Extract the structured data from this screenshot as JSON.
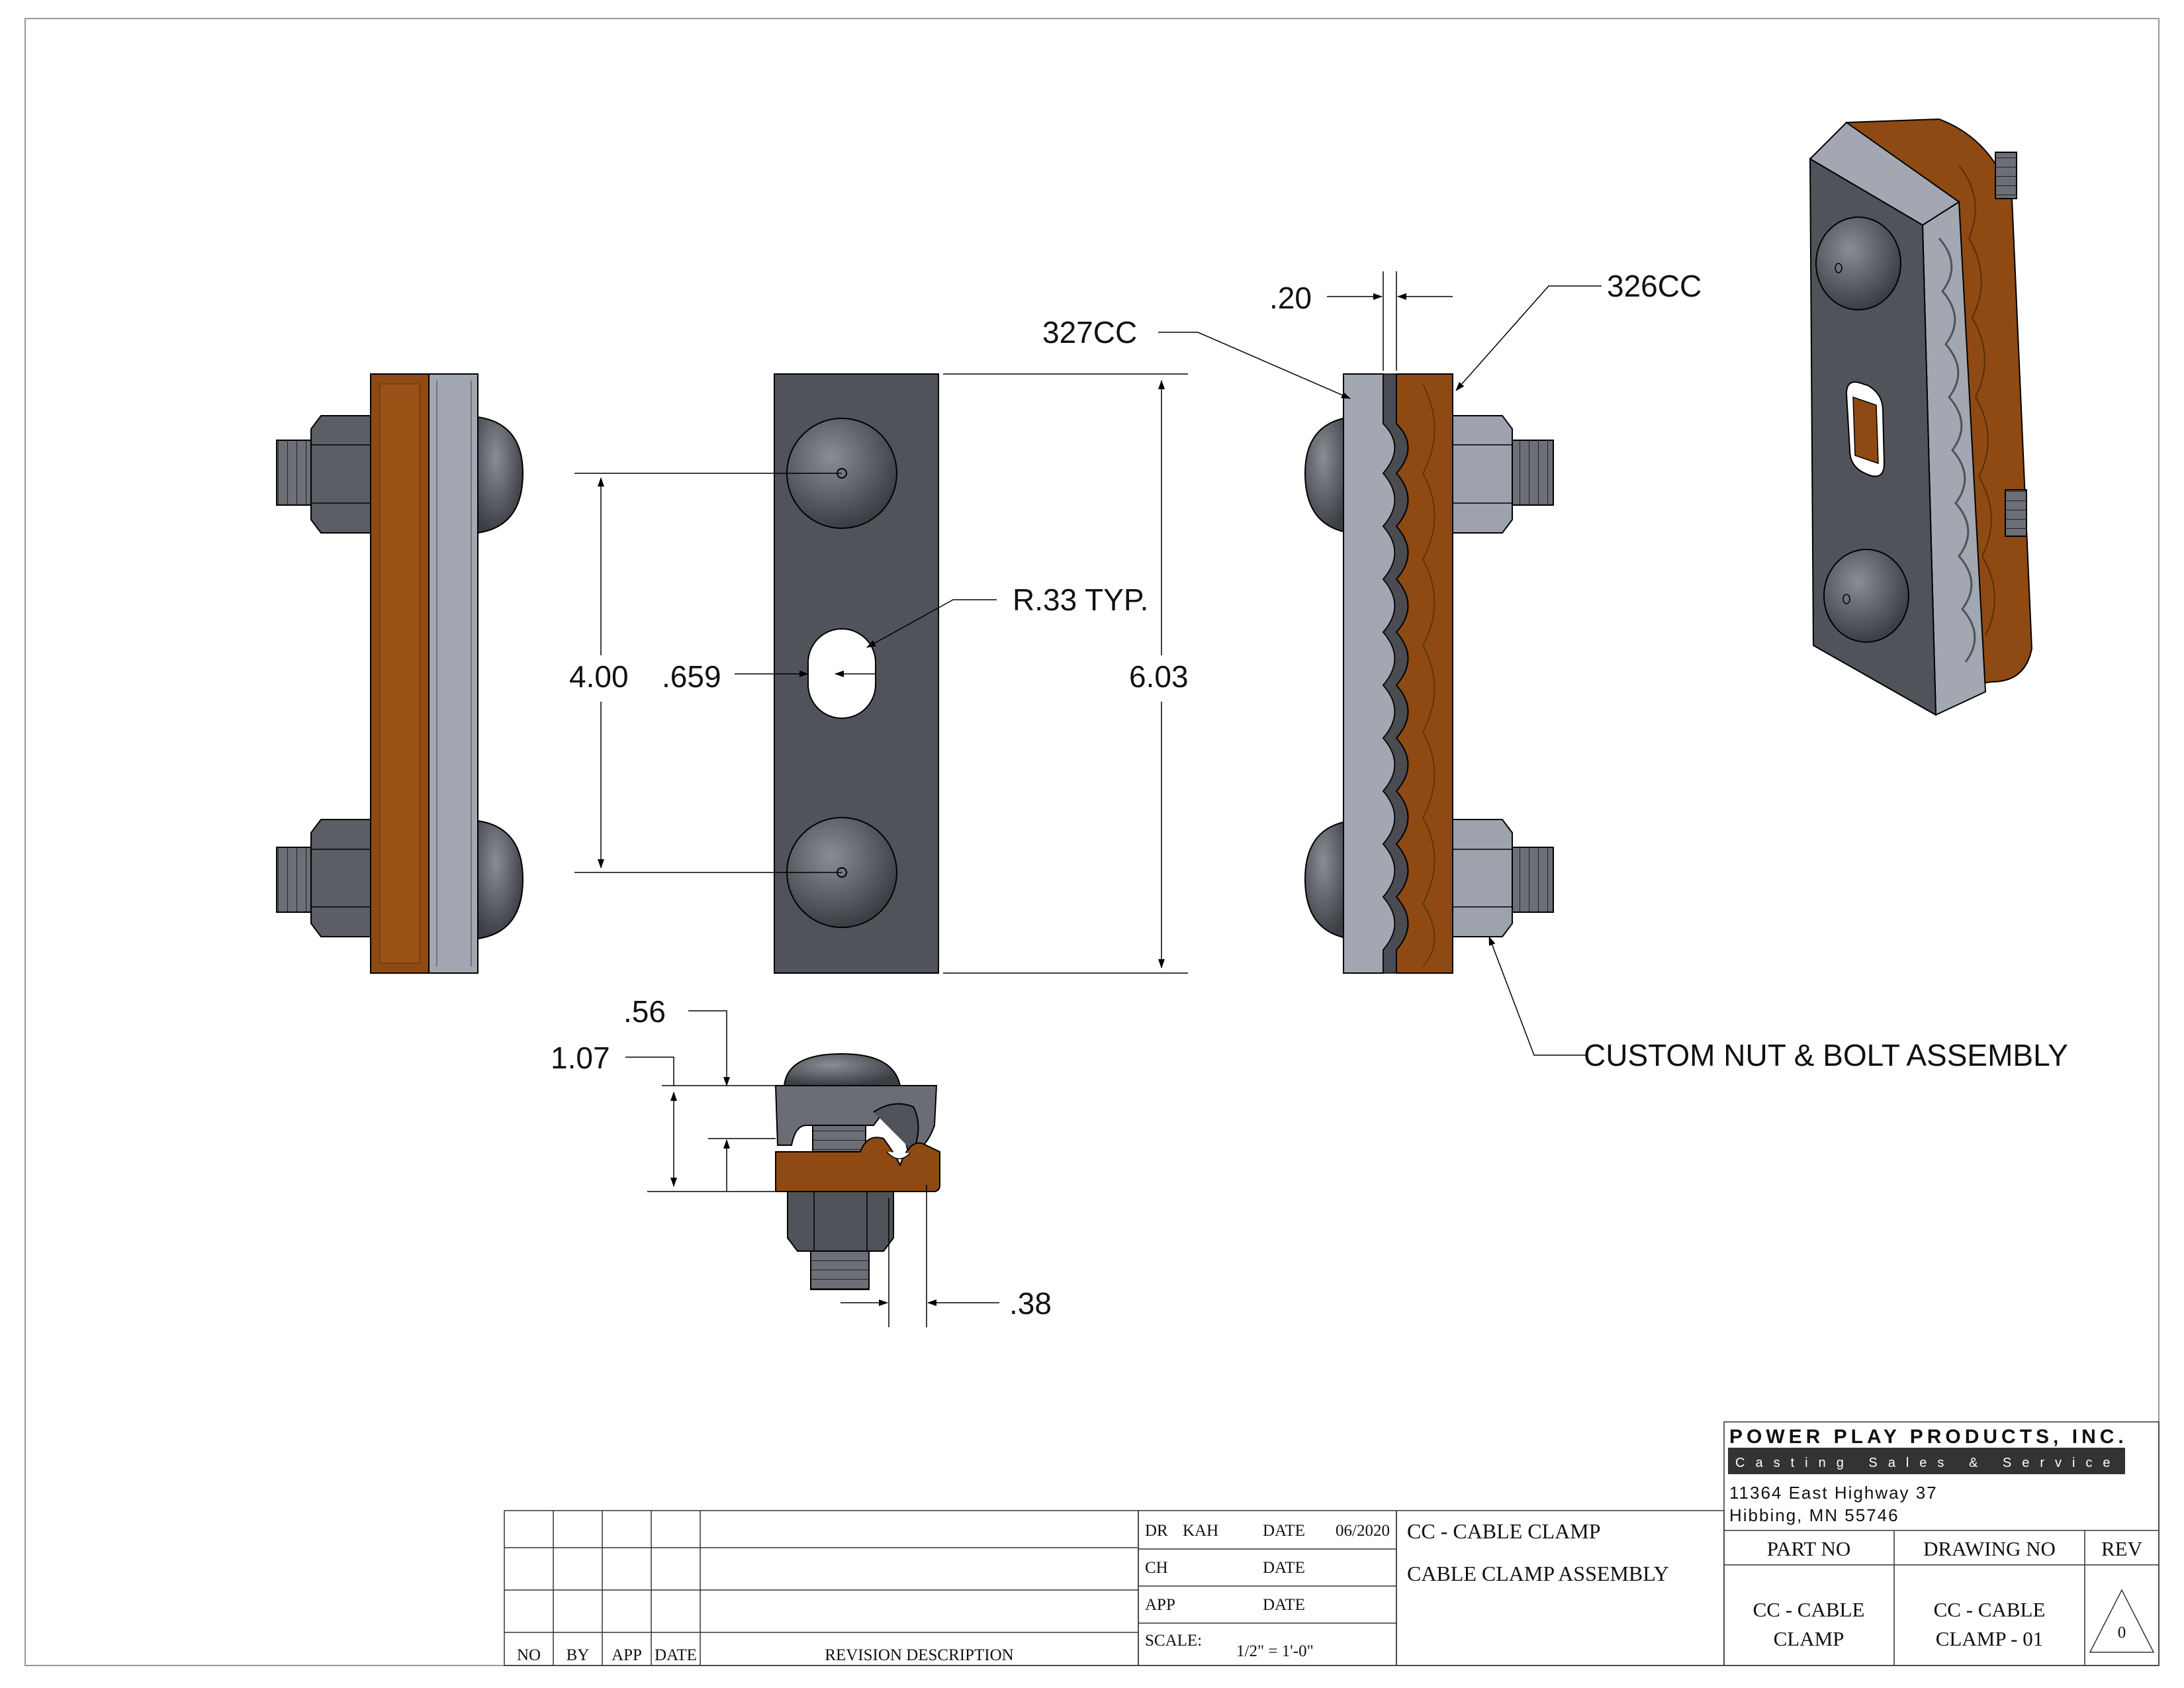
{
  "drawing": {
    "dimensions": {
      "spacing": "4.00",
      "slot_width": ".659",
      "radius": "R.33 TYP.",
      "length": "6.03",
      "thickness": ".20",
      "height_a": ".56",
      "height_b": "1.07",
      "offset": ".38"
    },
    "callouts": {
      "part_a": "327CC",
      "part_b": "326CC",
      "hardware": "CUSTOM NUT & BOLT ASSEMBLY"
    }
  },
  "company": {
    "name": "POWER PLAY PRODUCTS, INC.",
    "tagline": "Casting Sales & Service",
    "address1": "11364 East Highway 37",
    "address2": "Hibbing, MN 55746"
  },
  "title_block": {
    "dr_label": "DR",
    "dr_value": "KAH",
    "date_label": "DATE",
    "date_value": "06/2020",
    "ch_label": "CH",
    "ch_date_label": "DATE",
    "app_label": "APP",
    "app_date_label": "DATE",
    "scale_label": "SCALE:",
    "scale_value": "1/2\" = 1'-0\"",
    "title_line1": "CC - CABLE CLAMP",
    "title_line2": "CABLE CLAMP ASSEMBLY",
    "part_no_label": "PART NO",
    "part_no_line1": "CC - CABLE",
    "part_no_line2": "CLAMP",
    "drawing_no_label": "DRAWING NO",
    "drawing_no_line1": "CC - CABLE",
    "drawing_no_line2": "CLAMP - 01",
    "rev_label": "REV",
    "rev_value": "0"
  },
  "revision_table": {
    "headers": [
      "NO",
      "BY",
      "APP",
      "DATE",
      "REVISION DESCRIPTION"
    ]
  },
  "colors": {
    "steel_dark": "#50535a",
    "steel_light": "#9ea2ad",
    "copper": "#8e4a12"
  }
}
